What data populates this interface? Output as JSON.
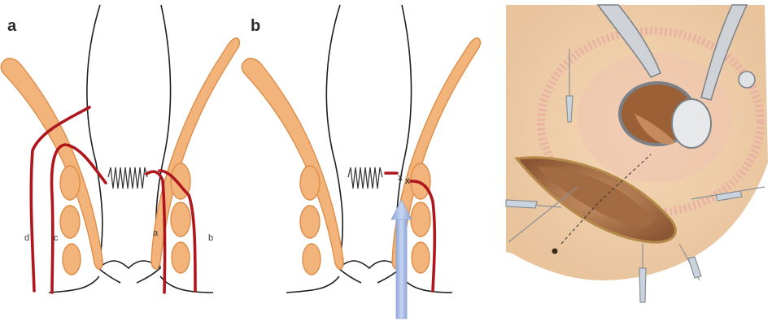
{
  "panels": {
    "a": {
      "label": "a",
      "tract_labels": {
        "a": "a",
        "b": "b",
        "c": "c",
        "d": "d"
      }
    },
    "b": {
      "label": "b",
      "suture_marks": [
        "x",
        "x"
      ]
    }
  },
  "colors": {
    "muscle": "#f2b47a",
    "fistula_tract": "#b0171d",
    "arrow": "#a9bde3",
    "outline": "#1f1f1f"
  }
}
